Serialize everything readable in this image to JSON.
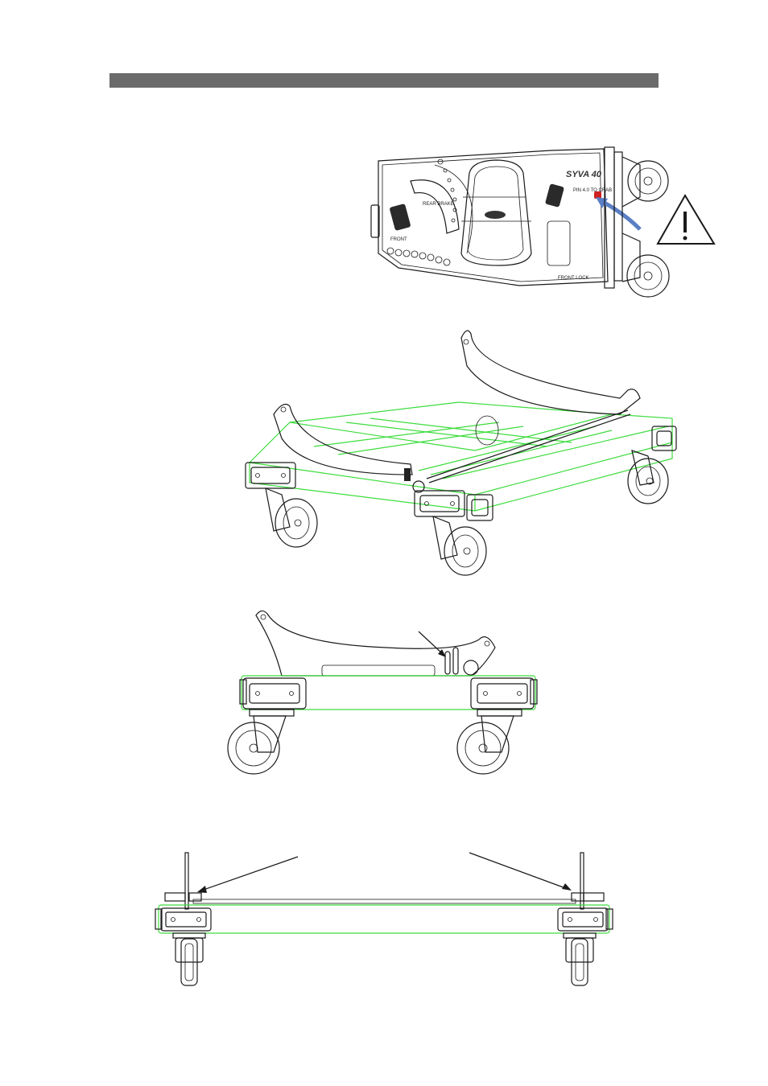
{
  "header": {
    "bar_color": "#6b6b6b"
  },
  "figure1": {
    "model_text": "SYVA 40",
    "labels": [
      "PIN 4.0 TO CRAB",
      "FRONT",
      "REAR BRAKE",
      "FRONT LOCK"
    ],
    "warning_icon": "warning-triangle-icon",
    "arrow_color": "#5a7fc4",
    "highlight_color": "#d02020"
  },
  "figure2": {
    "outline_color": "#3ddc3d"
  },
  "figure3": {
    "outline_color": "#3ddc3d"
  },
  "figure4": {
    "outline_color": "#3ddc3d"
  }
}
